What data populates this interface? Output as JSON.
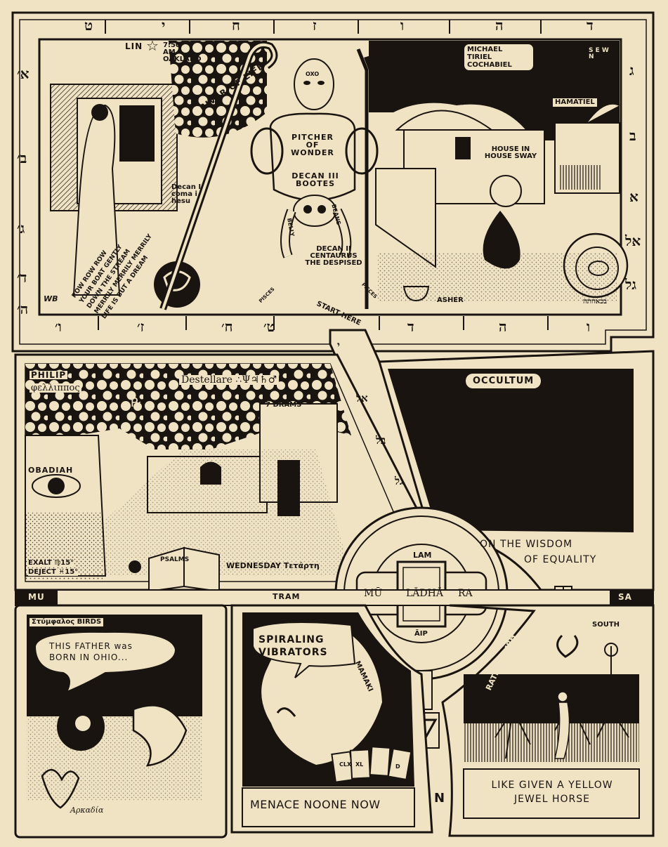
{
  "top_hebrew_letters": [
    "ט",
    "י",
    "ח",
    "ז",
    "ו",
    "ה",
    "ד"
  ],
  "left_hebrew_letters": [
    "א׳",
    "ב׳",
    "ג׳",
    "ד׳",
    "ה׳"
  ],
  "right_hebrew_letters": [
    "ג",
    "ב",
    "א",
    "אל",
    "גל"
  ],
  "bottom_hebrew_letters": [
    "ו׳",
    "ז׳",
    "ח׳",
    "ט׳",
    "ד",
    "ה",
    "ו"
  ],
  "path_hebrew_letters": [
    "י",
    "אל",
    "בל",
    "גל"
  ],
  "panel_top": {
    "lin": "LIN",
    "time": "7:50 AM OAKLAND",
    "river": "RIVER OF LIFE",
    "pitcher": "PITCHER OF WONDER",
    "decan3": "DECAN III BOOTES",
    "decan1": "Decan I coma i hesu",
    "decan2": "DECAN II CENTAURUS THE DESPISED",
    "belly": "BELLY",
    "beans": "BEANS",
    "pisces_left": "PISCES",
    "pisces_right": "PISCES",
    "song": [
      "ROW ROW ROW",
      "YOUR BOAT GENTLY",
      "DOWN THE STREAM",
      "MERRILY MERRILY MERRILY",
      "LIFE IS BUT A DREAM"
    ],
    "angels": [
      "MICHAEL",
      "TIRIEL",
      "COCHABIEL"
    ],
    "directions": "S E W N",
    "hamatiel": "HAMATIEL",
    "house": "HOUSE IN HOUSE SWAY",
    "asher": "ASHER",
    "start": "START HERE",
    "signature": "WB",
    "eye_symbol": "OXO",
    "spiral_word": "בכאחתה"
  },
  "panel_middle": {
    "philip": "PHILIP",
    "philippos": "φελλιππος",
    "destellare": "Destellare ∴Ψ♃♄♂",
    "drams": "7 DRAMS",
    "rx": "℞",
    "obadiah": "OBADIAH",
    "exalt": "EXALT ♍15°",
    "deject": "DEJECT ♓15°",
    "psalms": "PSALMS",
    "wednesday": "WEDNESDAY Τετάρτη",
    "occultum": "OCCULTUM",
    "wisdom": "ON THE WISDOM",
    "equality": "OF EQUALITY",
    "lam": "LAM"
  },
  "mandala": {
    "mu": "MŪ",
    "ladha": "LĀDHĀ",
    "ra": "RA",
    "aip": "ĀIP"
  },
  "strip_labels": {
    "mu": "MU",
    "tram": "TRAM",
    "sa": "SA",
    "north": "N"
  },
  "panel_bottom": {
    "birds": "Στύμφαλος BIRDS",
    "speech": [
      "THIS FATHER was",
      "BORN IN OHIO..."
    ],
    "arkadia": "Αρκαδία",
    "spiraling": [
      "SPIRALING",
      "VIBRATORS"
    ],
    "mamaki": "MAMAKI",
    "menace": "MENACE NOONE NOW",
    "south": "SOUTH",
    "ratnasambh": "RATNASAMBH",
    "yellow": [
      "LIKE GIVEN A YELLOW",
      "JEWEL HORSE"
    ],
    "cards": [
      "CLX",
      "XL",
      "",
      "D"
    ]
  }
}
